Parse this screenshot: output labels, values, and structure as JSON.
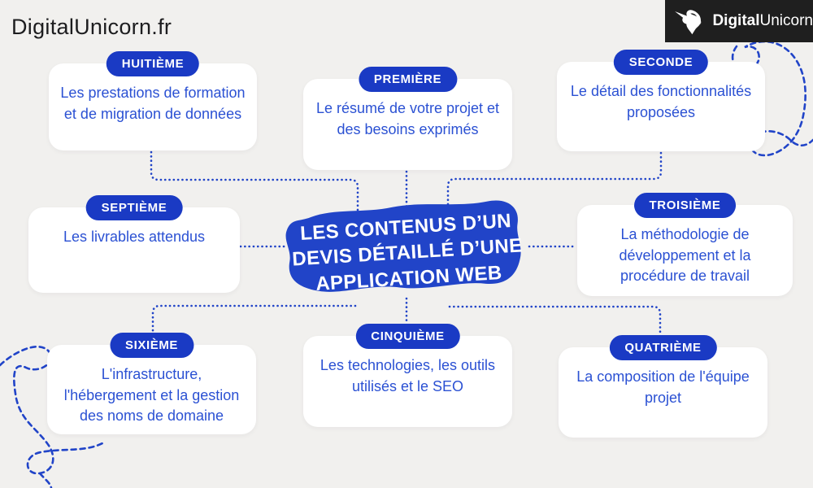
{
  "page": {
    "background_color": "#f1f0ee",
    "accent_color": "#2144c8",
    "pill_color": "#1a3ac4",
    "card_text_color": "#2b51d3",
    "logo_background_color": "#1f1f1f"
  },
  "header": {
    "site_title": "DigitalUnicorn.fr",
    "logo": {
      "icon": "unicorn-icon",
      "brand_bold": "Digital",
      "brand_regular": "Unicorn"
    }
  },
  "center": {
    "title": "LES CONTENUS D’UN DEVIS DÉTAILLÉ D’UNE APPLICATION WEB",
    "line1": "LES CONTENUS D’UN",
    "line2": "DEVIS DÉTAILLÉ D’UNE",
    "line3": "APPLICATION WEB"
  },
  "cards": [
    {
      "label": "PREMIÈRE",
      "text": "Le résumé de votre projet et des besoins exprimés"
    },
    {
      "label": "SECONDE",
      "text": "Le détail des fonctionnalités proposées"
    },
    {
      "label": "TROISIÈME",
      "text": "La méthodologie de développement et la procédure de travail"
    },
    {
      "label": "QUATRIÈME",
      "text": "La composition de l'équipe projet"
    },
    {
      "label": "CINQUIÈME",
      "text": "Les technologies, les outils utilisés et le SEO"
    },
    {
      "label": "SIXIÈME",
      "text": "L'infrastructure, l'hébergement et la gestion des noms de domaine"
    },
    {
      "label": "SEPTIÈME",
      "text": "Les livrables attendus"
    },
    {
      "label": "HUITIÈME",
      "text": "Les prestations de formation et de migration de données"
    }
  ]
}
